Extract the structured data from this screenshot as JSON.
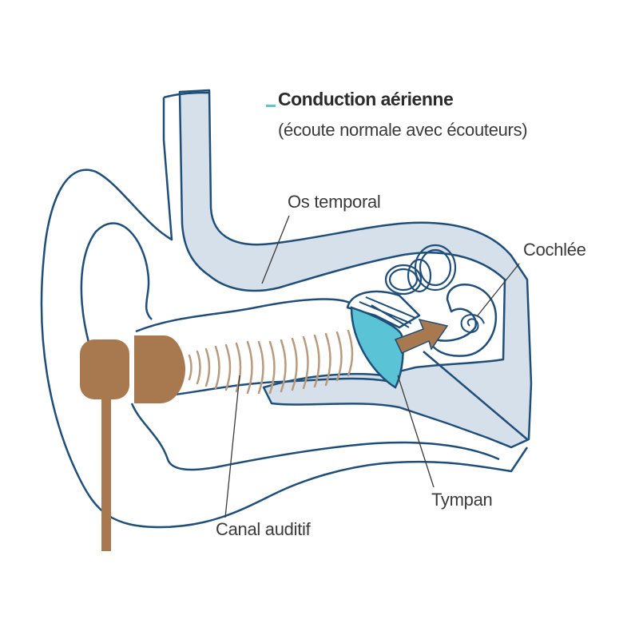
{
  "title": "Conduction aérienne",
  "subtitle": "(écoute normale avec écouteurs)",
  "labels": {
    "bone": "Os temporal",
    "cochlea": "Cochlée",
    "canal": "Canal auditif",
    "eardrum": "Tympan"
  },
  "colors": {
    "outline": "#1f4e79",
    "bone_fill": "#d6e0ea",
    "eardrum": "#5bc3d6",
    "earphone": "#a8784f",
    "accent": "#5bc3d6"
  }
}
